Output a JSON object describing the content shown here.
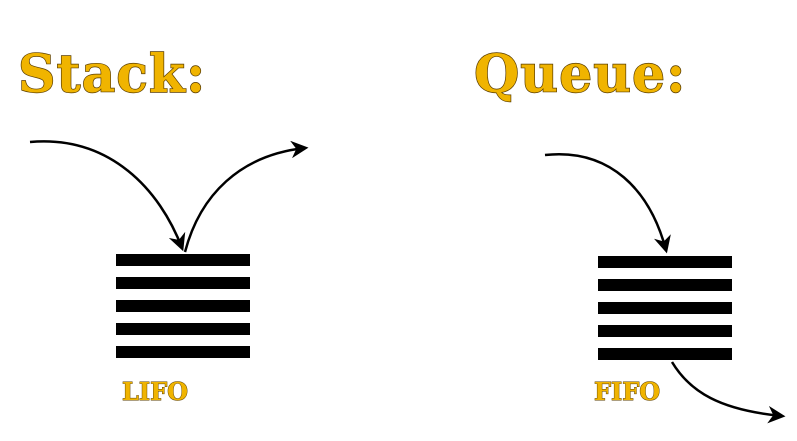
{
  "stack": {
    "title": "Stack:",
    "caption": "LIFO"
  },
  "queue": {
    "title": "Queue:",
    "caption": "FIFO"
  },
  "colors": {
    "heading": "#f0b400",
    "bars": "#000000",
    "arrows": "#000000"
  }
}
